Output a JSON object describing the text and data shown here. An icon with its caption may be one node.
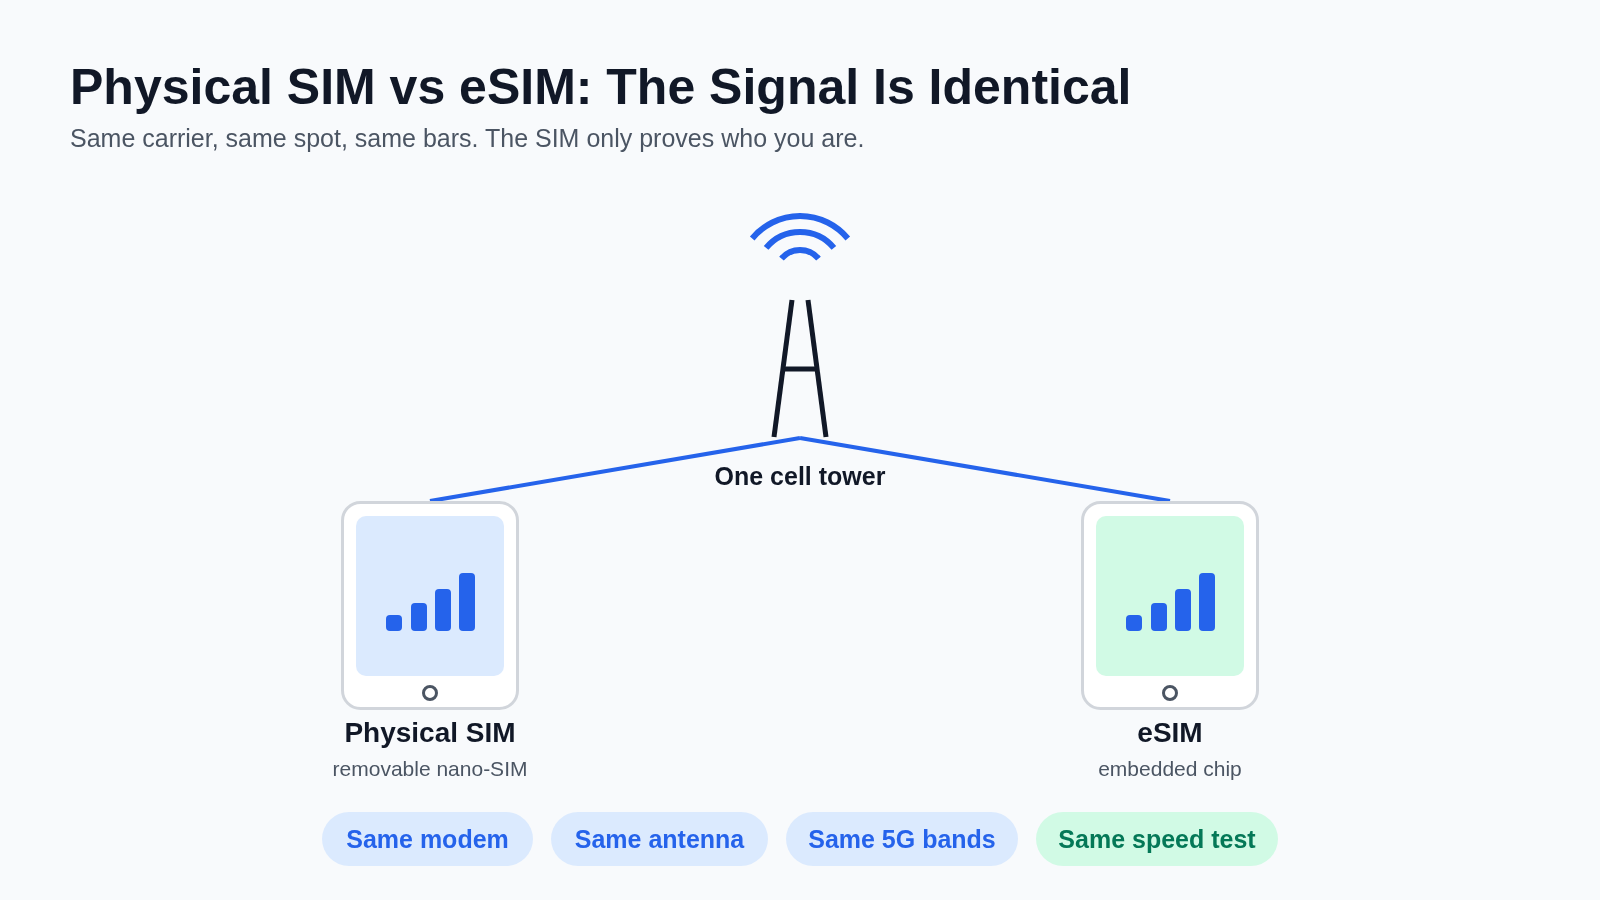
{
  "diagram": {
    "title": "Physical SIM vs eSIM: The Signal Is Identical",
    "caption": "Same carrier, same spot, same bars. The SIM only proves who you are.",
    "nodes": [
      {
        "text": [
          "One cell tower"
        ]
      },
      {
        "text": [
          "Physical SIM",
          "removable nano-SIM"
        ]
      },
      {
        "text": [
          "eSIM",
          "embedded chip"
        ]
      },
      {
        "text": [
          "Same modem"
        ]
      },
      {
        "text": [
          "Same antenna"
        ]
      },
      {
        "text": [
          "Same 5G bands"
        ]
      },
      {
        "text": [
          "Same speed test"
        ]
      }
    ],
    "edges": [
      {
        "from": 0,
        "to": 1,
        "arrow": "none"
      },
      {
        "from": 0,
        "to": 2,
        "arrow": "none"
      }
    ]
  }
}
